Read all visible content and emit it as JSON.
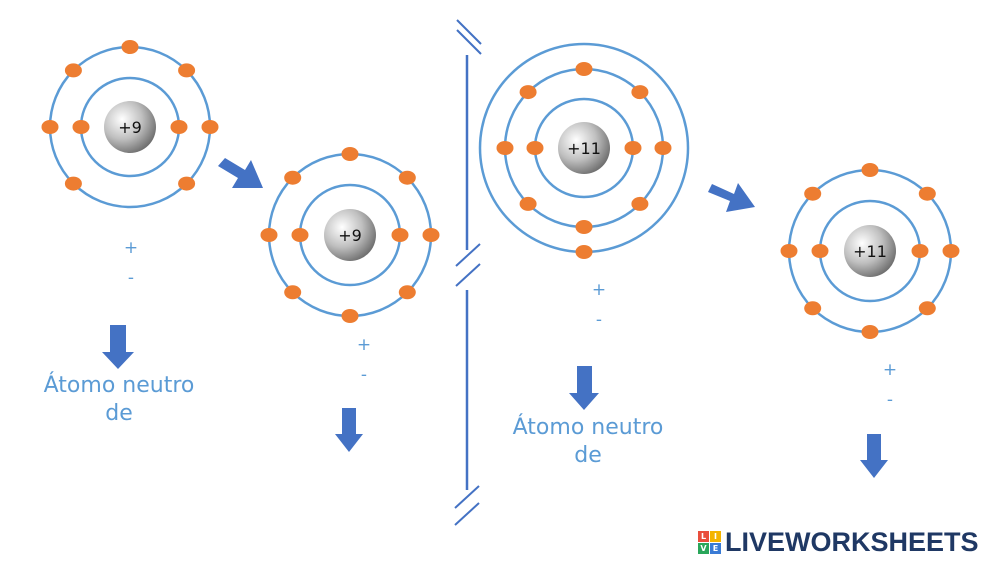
{
  "colors": {
    "orbit": "#5b9bd5",
    "electron": "#ed7d31",
    "arrow": "#4472c4",
    "label": "#5b9bd5",
    "brand": "#1f3864",
    "nucleus_light": "#ffffff",
    "nucleus_dark": "#7f7f7f"
  },
  "atoms": [
    {
      "id": "atom-1",
      "nucleus_label": "+9",
      "shells": [
        2,
        7
      ]
    },
    {
      "id": "atom-2",
      "nucleus_label": "+9",
      "shells": [
        2,
        8
      ]
    },
    {
      "id": "atom-3",
      "nucleus_label": "+11",
      "shells": [
        2,
        8,
        1
      ]
    },
    {
      "id": "atom-4",
      "nucleus_label": "+11",
      "shells": [
        2,
        8
      ]
    }
  ],
  "labels": {
    "plus": "+",
    "minus": "-",
    "neutral_line1": "Átomo neutro",
    "neutral_line2": "de"
  },
  "brand": {
    "text": "LIVEWORKSHEETS",
    "blocks": [
      "L",
      "I",
      "V",
      "E"
    ]
  }
}
